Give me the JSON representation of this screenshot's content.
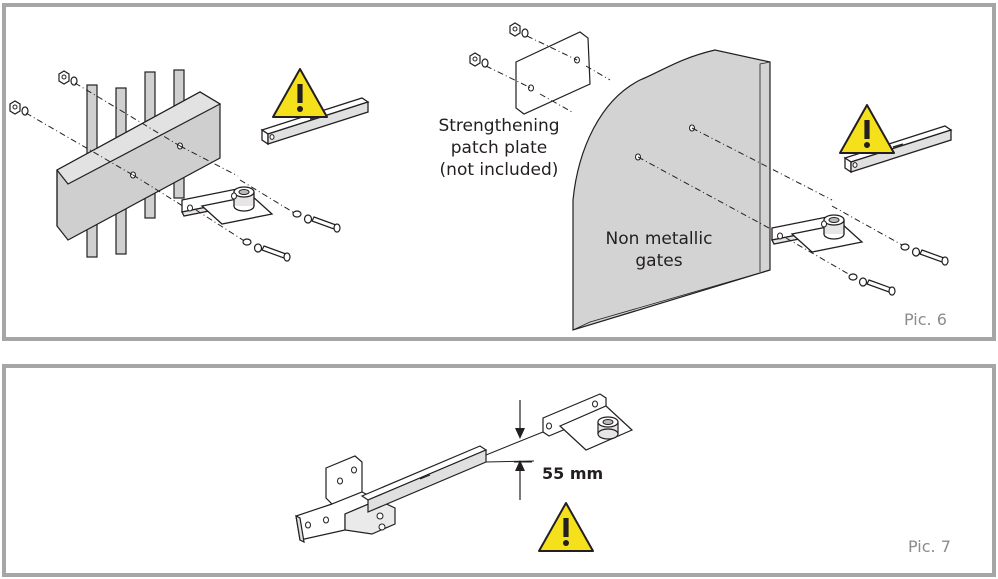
{
  "pic6": {
    "caption": "Pic. 6",
    "plate_label": [
      "Strengthening",
      "patch plate",
      "(not included)"
    ],
    "gate_label": [
      "Non metallic",
      "gates"
    ],
    "warning_icon": "warning-triangle-icon"
  },
  "pic7": {
    "caption": "Pic. 7",
    "dimension": "55 mm",
    "warning_icon": "warning-triangle-icon"
  },
  "colors": {
    "frame": "#a6a6a6",
    "warning_yellow": "#f5e11b",
    "gate_gray": "#d9d9d9",
    "line": "#231f20"
  }
}
